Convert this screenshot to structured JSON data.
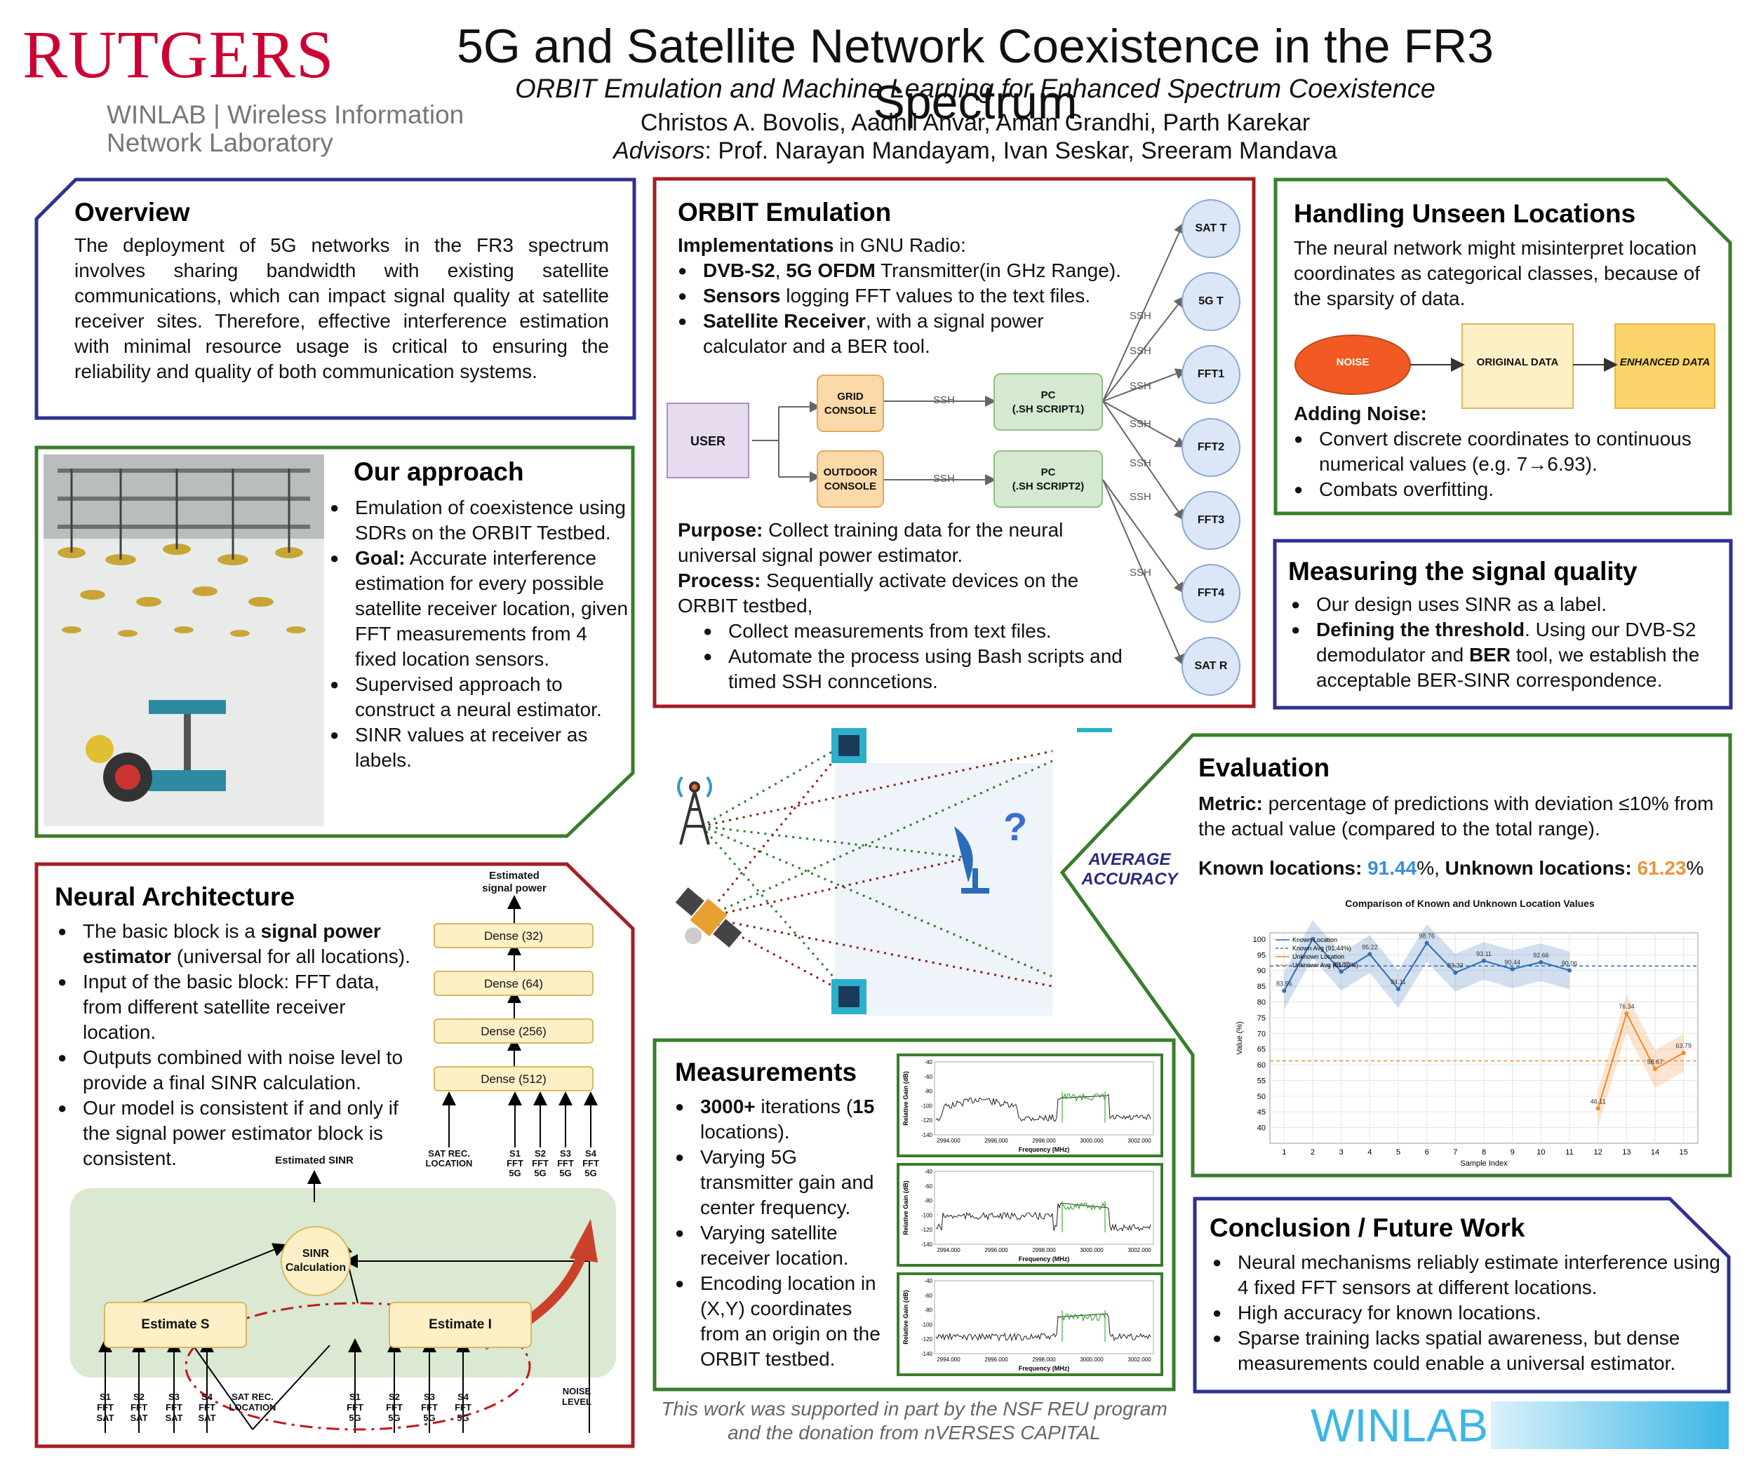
{
  "header": {
    "logo_word": "RUTGERS",
    "lab_line1": "WINLAB | Wireless Information",
    "lab_line2": "Network Laboratory",
    "title": "5G and Satellite Network Coexistence in the FR3 Spectrum",
    "subtitle": "ORBIT Emulation and Machine Learning for Enhanced Spectrum Coexistence",
    "authors": "Christos A. Bovolis, Aadhil Anvar, Aman Grandhi, Parth Karekar",
    "advisors_label": "Advisors",
    "advisors": ": Prof. Narayan Mandayam, Ivan Seskar, Sreeram Mandava"
  },
  "overview": {
    "title": "Overview",
    "text": "The deployment of 5G networks in the FR3 spectrum involves sharing bandwidth with existing satellite communications, which can impact signal quality at satellite receiver sites. Therefore, effective interference estimation with minimal resource usage is critical to ensuring the reliability and quality of both communication systems."
  },
  "approach": {
    "title": "Our approach",
    "b1": "Emulation of coexistence using SDRs on the ORBIT Testbed.",
    "b2_bold": "Goal:",
    "b2": " Accurate interference estimation for every possible satellite receiver location, given FFT measurements from 4 fixed location sensors.",
    "b3": "Supervised approach to construct a neural estimator.",
    "b4": "SINR values at receiver as labels."
  },
  "neural": {
    "title": "Neural Architecture",
    "b1_pre": "The basic block is a ",
    "b1_bold": "signal power estimator",
    "b1_post": " (universal for all locations).",
    "b2": "Input of the basic block: FFT data, from different satellite receiver location.",
    "b3": "Outputs combined with noise level to provide a final SINR calculation.",
    "b4": "Our model is consistent if and only if the signal power estimator block is consistent.",
    "est_power": "Estimated signal power",
    "dense": [
      "Dense (32)",
      "Dense (64)",
      "Dense (256)",
      "Dense (512)"
    ],
    "inputs": [
      [
        "SAT REC.",
        "LOCATION"
      ],
      [
        "S1",
        "FFT",
        "5G"
      ],
      [
        "S2",
        "FFT",
        "5G"
      ],
      [
        "S3",
        "FFT",
        "5G"
      ],
      [
        "S4",
        "FFT",
        "5G"
      ]
    ],
    "est_sinr": "Estimated SINR",
    "sinr_calc": [
      "SINR",
      "Calculation"
    ],
    "estimate_s": "Estimate S",
    "estimate_i": "Estimate I",
    "bottom": [
      [
        "S1",
        "FFT",
        "SAT"
      ],
      [
        "S2",
        "FFT",
        "SAT"
      ],
      [
        "S3",
        "FFT",
        "SAT"
      ],
      [
        "S4",
        "FFT",
        "SAT"
      ],
      [
        "SAT REC.",
        "LOCATION"
      ],
      [
        "S1",
        "FFT",
        "5G"
      ],
      [
        "S2",
        "FFT",
        "5G"
      ],
      [
        "S3",
        "FFT",
        "5G"
      ],
      [
        "S4",
        "FFT",
        "5G"
      ],
      [
        "NOISE",
        "LEVEL"
      ]
    ]
  },
  "orbit": {
    "title": "ORBIT Emulation",
    "impl_bold": "Implementations",
    "impl": " in GNU Radio:",
    "b1a": "DVB-S2",
    "b1b": ", ",
    "b1c": "5G OFDM",
    "b1d": " Transmitter(in GHz Range).",
    "b2a": "Sensors",
    "b2b": " logging FFT values to the text files.",
    "b3a": "Satellite Receiver",
    "b3b": ", with a signal power calculator and a BER tool.",
    "purpose_bold": "Purpose:",
    "purpose": " Collect training data for the neural universal signal power estimator.",
    "process_bold": "Process:",
    "process": " Sequentially activate devices on the ORBIT testbed,",
    "s1": "Collect measurements from text files.",
    "s2": "Automate the process using Bash scripts and timed SSH conncetions.",
    "user": "USER",
    "grid": [
      "GRID",
      "CONSOLE"
    ],
    "outdoor": [
      "OUTDOOR",
      "CONSOLE"
    ],
    "pc1": [
      "PC",
      "(.SH SCRIPT1)"
    ],
    "pc2": [
      "PC",
      "(.SH SCRIPT2)"
    ],
    "ssh": "SSH",
    "nodes": [
      "SAT T",
      "5G T",
      "FFT1",
      "FFT2",
      "FFT3",
      "FFT4",
      "SAT R"
    ]
  },
  "unseen": {
    "title": "Handling Unseen Locations",
    "text": "The neural network might misinterpret location coordinates as categorical classes, because of the sparsity of data.",
    "noise": "NOISE",
    "orig": "ORIGINAL DATA",
    "enh": "ENHANCED DATA",
    "adding": "Adding Noise:",
    "b1": "Convert discrete coordinates to continuous numerical values (e.g. 7→6.93).",
    "b2": "Combats overfitting."
  },
  "quality": {
    "title": "Measuring the signal quality",
    "b1": "Our design uses SINR as a label.",
    "b2_bold": "Defining the threshold",
    "b2": ". Using our DVB-S2 demodulator and ",
    "b2_bold2": "BER",
    "b2_end": " tool, we establish the acceptable BER-SINR correspondence."
  },
  "evaluation": {
    "title": "Evaluation",
    "metric_bold": "Metric:",
    "metric": " percentage of predictions with deviation ≤10% from the actual value (compared to the total range).",
    "known_label": "Known locations: ",
    "known_val": "91.44",
    "unknown_label": "Unknown locations: ",
    "unknown_val": "61.23",
    "pct": "%",
    "comma": ", ",
    "avg_acc": [
      "AVERAGE",
      "ACCURACY"
    ],
    "known_color": "#3a8fd8",
    "unknown_color": "#e8963a"
  },
  "chart_data": {
    "type": "line",
    "title": "Comparison of Known and Unknown Location Values",
    "xlabel": "Sample Index",
    "ylabel": "Value (%)",
    "ylim": [
      35,
      102
    ],
    "xlim": [
      0.5,
      15.5
    ],
    "xticks": [
      1,
      2,
      3,
      4,
      5,
      6,
      7,
      8,
      9,
      10,
      11,
      12,
      13,
      14,
      15
    ],
    "yticks": [
      40,
      45,
      50,
      55,
      60,
      65,
      70,
      75,
      80,
      85,
      90,
      95,
      100
    ],
    "grid": true,
    "legend": [
      "Known Location",
      "Known Avg (91.44%)",
      "Unknown Location",
      "Unknown Avg (61.23%)"
    ],
    "series": [
      {
        "name": "Known Location",
        "x": [
          1,
          2,
          3,
          4,
          5,
          6,
          7,
          8,
          9,
          10,
          11
        ],
        "values": [
          83.56,
          100,
          89.67,
          95.22,
          84.11,
          98.76,
          89.33,
          93.11,
          90.44,
          92.66,
          90.06
        ],
        "labels": [
          "83.56",
          "",
          "89.67",
          "95.22",
          "84.11",
          "98.76",
          "89.33",
          "93.11",
          "90.44",
          "92.66",
          "90.06"
        ],
        "color": "#2f6db5"
      },
      {
        "name": "Unknown Location",
        "x": [
          12,
          13,
          14,
          15
        ],
        "values": [
          46.11,
          76.34,
          58.67,
          63.79
        ],
        "labels": [
          "46.11",
          "76.34",
          "58.67",
          "63.79"
        ],
        "color": "#f08a2a"
      }
    ],
    "averages": [
      {
        "name": "Known Avg (91.44%)",
        "value": 91.44,
        "color": "#2f6db5"
      },
      {
        "name": "Unknown Avg (61.23%)",
        "value": 61.23,
        "color": "#f08a2a"
      }
    ]
  },
  "measurements": {
    "title": "Measurements",
    "b1_bold": "3000+",
    "b1": " iterations (",
    "b1_bold2": "15",
    "b1_end": " locations).",
    "b2": "Varying 5G transmitter gain and center frequency.",
    "b3": "Varying satellite receiver location.",
    "b4": "Encoding location in (X,Y) coordinates from an origin on the ORBIT testbed.",
    "ylabel": "Relative Gain (dB)",
    "xlabel": "Frequency (MHz)",
    "xticks": [
      "2994.000",
      "2996.000",
      "2998.000",
      "3000.000",
      "3002.000"
    ],
    "yticks": [
      "-40",
      "-60",
      "-80",
      "-100",
      "-120",
      "-140"
    ]
  },
  "conclusion": {
    "title": "Conclusion / Future Work",
    "b1": "Neural mechanisms reliably estimate interference using 4 fixed FFT sensors at different locations.",
    "b2": "High accuracy for known locations.",
    "b3": "Sparse training lacks spatial awareness, but dense measurements could enable a universal estimator."
  },
  "footer": {
    "ack1": "This work was supported in part by the NSF REU program",
    "ack2": "and the donation from nVERSES CAPITAL",
    "winlab": "WINLAB"
  },
  "colors": {
    "blue_border": "#2e3192",
    "green_border": "#3a7d2c",
    "red_border": "#a51e22",
    "rutgers_red": "#cc0033"
  }
}
